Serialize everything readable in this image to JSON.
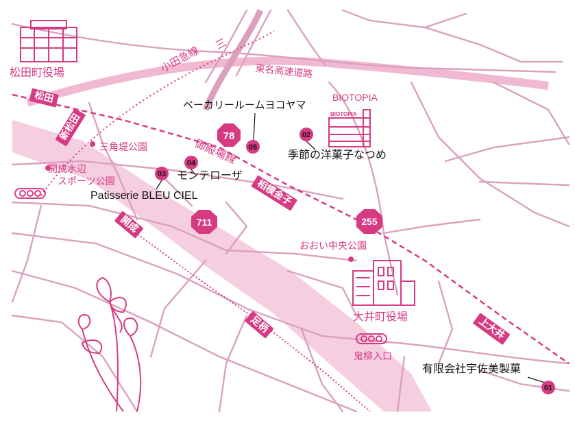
{
  "map": {
    "town_halls": [
      {
        "id": "matsuda",
        "label": "松田町役場"
      },
      {
        "id": "oi",
        "label": "大井町役場"
      }
    ],
    "roads": {
      "expressway": "東名高速道路",
      "odakyu_line": "小田急線",
      "odakyu_mark": "三"
    },
    "rail_badges": {
      "matsuda": "松田",
      "shin_matsuda": "新松田",
      "kaisei": "開成",
      "ashigara": "足柄",
      "ashigara_kanako": "相模金子",
      "kami_oi": "上大井"
    },
    "gotemba_line": "御殿場線",
    "route_shields": [
      "78",
      "711",
      "255"
    ],
    "parks": {
      "sankakutei": "三角堤公園",
      "kaisei_line1": "開成水辺",
      "kaisei_line2": "スポーツ公園",
      "ooi_chuo": "おおい中央公園"
    },
    "landmarks": {
      "biotopia": "BIOTOPIA",
      "biotopia_sign": "BIOTOPIA",
      "oniyanagi": "鬼柳入口"
    },
    "shops": [
      {
        "num": "01",
        "name": "有限会社宇佐美製菓"
      },
      {
        "num": "02",
        "name": "季節の洋菓子なつめ"
      },
      {
        "num": "03",
        "name": "Patisserie BLEU CIEL"
      },
      {
        "num": "04",
        "name": "モンテローザ"
      },
      {
        "num": "05",
        "name": "ベーカリールームヨコヤマ"
      }
    ],
    "colors": {
      "accent": "#d63a82",
      "road": "#dba0bd",
      "river": "#f5cedf"
    }
  }
}
